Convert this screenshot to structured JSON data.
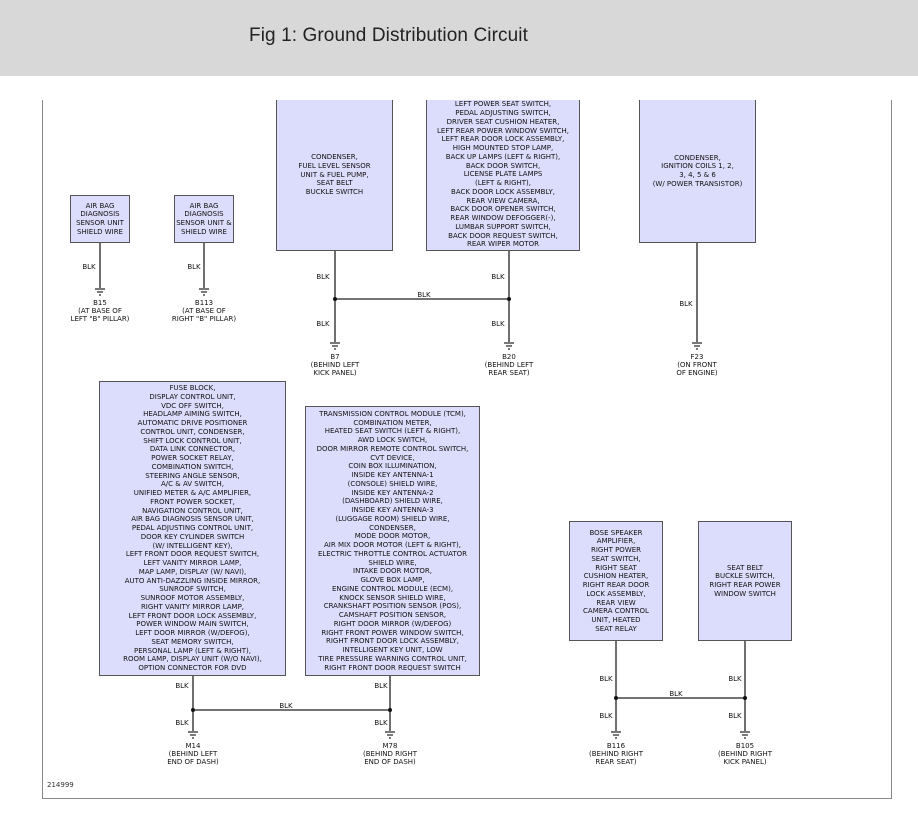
{
  "header": {
    "title": "Fig 1: Ground Distribution Circuit"
  },
  "diagram": {
    "doc_id": "214999",
    "wire_color": "BLK",
    "components": [
      {
        "id": "airbag1",
        "lines": [
          "AIR BAG",
          "DIAGNOSIS",
          "SENSOR UNIT",
          "SHIELD WIRE"
        ]
      },
      {
        "id": "airbag2",
        "lines": [
          "AIR BAG",
          "DIAGNOSIS",
          "SENSOR UNIT &",
          "SHIELD WIRE"
        ]
      },
      {
        "id": "condenser_fuel",
        "lines": [
          "CONDENSER,",
          "FUEL LEVEL SENSOR",
          "UNIT & FUEL PUMP,",
          "SEAT BELT",
          "BUCKLE SWITCH"
        ]
      },
      {
        "id": "power_seat",
        "lines": [
          "LEFT POWER SEAT SWITCH,",
          "PEDAL ADJUSTING SWITCH,",
          "DRIVER SEAT CUSHION HEATER,",
          "LEFT REAR POWER WINDOW SWITCH,",
          "LEFT REAR DOOR LOCK ASSEMBLY,",
          "HIGH MOUNTED STOP LAMP,",
          "BACK UP LAMPS (LEFT & RIGHT),",
          "BACK DOOR SWITCH,",
          "LICENSE PLATE LAMPS",
          "(LEFT & RIGHT),",
          "BACK DOOR LOCK ASSEMBLY,",
          "REAR VIEW CAMERA,",
          "BACK DOOR OPENER SWITCH,",
          "REAR WINDOW DEFOGGER(-),",
          "LUMBAR SUPPORT SWITCH,",
          "BACK DOOR REQUEST SWITCH,",
          "REAR WIPER MOTOR"
        ]
      },
      {
        "id": "ignition",
        "lines": [
          "CONDENSER,",
          "IGNITION COILS 1, 2,",
          "3, 4, 5 & 6",
          "(W/ POWER TRANSISTOR)"
        ]
      },
      {
        "id": "fuse_block",
        "lines": [
          "FUSE BLOCK,",
          "DISPLAY CONTROL UNIT,",
          "VDC OFF SWITCH,",
          "HEADLAMP AIMING SWITCH,",
          "AUTOMATIC DRIVE POSITIONER",
          "CONTROL UNIT, CONDENSER,",
          "SHIFT LOCK CONTROL UNIT,",
          "DATA LINK CONNECTOR,",
          "POWER SOCKET RELAY,",
          "COMBINATION SWITCH,",
          "STEERING ANGLE SENSOR,",
          "A/C & AV SWITCH,",
          "UNIFIED METER & A/C AMPLIFIER,",
          "FRONT POWER SOCKET,",
          "NAVIGATION CONTROL UNIT,",
          "AIR BAG DIAGNOSIS SENSOR UNIT,",
          "PEDAL ADJUSTING CONTROL UNIT,",
          "DOOR KEY CYLINDER SWITCH",
          "(W/ INTELLIGENT KEY),",
          "LEFT FRONT DOOR REQUEST SWITCH,",
          "LEFT VANITY MIRROR LAMP,",
          "MAP LAMP, DISPLAY (W/ NAVI),",
          "AUTO ANTI-DAZZLING INSIDE MIRROR,",
          "SUNROOF SWITCH,",
          "SUNROOF MOTOR ASSEMBLY,",
          "RIGHT VANITY MIRROR LAMP,",
          "LEFT FRONT DOOR LOCK ASSEMBLY,",
          "POWER WINDOW MAIN SWITCH,",
          "LEFT DOOR MIRROR (W/DEFOG),",
          "SEAT MEMORY SWITCH,",
          "PERSONAL LAMP (LEFT & RIGHT),",
          "ROOM LAMP, DISPLAY UNIT (W/O NAVI),",
          "OPTION CONNECTOR FOR DVD"
        ]
      },
      {
        "id": "tcm",
        "lines": [
          "TRANSMISSION CONTROL MODULE (TCM),",
          "COMBINATION METER,",
          "HEATED SEAT SWITCH (LEFT & RIGHT),",
          "AWD LOCK SWITCH,",
          "DOOR MIRROR REMOTE CONTROL SWITCH,",
          "CVT DEVICE,",
          "COIN BOX ILLUMINATION,",
          "INSIDE KEY ANTENNA-1",
          "(CONSOLE) SHIELD WIRE,",
          "INSIDE KEY ANTENNA-2",
          "(DASHBOARD) SHIELD WIRE,",
          "INSIDE KEY ANTENNA-3",
          "(LUGGAGE ROOM) SHIELD WIRE,",
          "CONDENSER,",
          "MODE DOOR MOTOR,",
          "AIR MIX DOOR MOTOR (LEFT & RIGHT),",
          "ELECTRIC THROTTLE CONTROL ACTUATOR",
          "SHIELD WIRE,",
          "INTAKE DOOR MOTOR,",
          "GLOVE BOX LAMP,",
          "ENGINE CONTROL MODULE (ECM),",
          "KNOCK SENSOR SHIELD WIRE,",
          "CRANKSHAFT POSITION SENSOR (POS),",
          "CAMSHAFT POSITION SENSOR,",
          "RIGHT DOOR MIRROR (W/DEFOG)",
          "RIGHT FRONT POWER WINDOW SWITCH,",
          "RIGHT FRONT DOOR LOCK ASSEMBLY,",
          "INTELLIGENT KEY UNIT, LOW",
          "TIRE PRESSURE WARNING CONTROL UNIT,",
          "RIGHT FRONT DOOR REQUEST SWITCH"
        ]
      },
      {
        "id": "bose",
        "lines": [
          "BOSE SPEAKER",
          "AMPLIFIER,",
          "RIGHT POWER",
          "SEAT SWITCH,",
          "RIGHT SEAT",
          "CUSHION HEATER,",
          "RIGHT REAR DOOR",
          "LOCK ASSEMBLY,",
          "REAR VIEW",
          "CAMERA CONTROL",
          "UNIT, HEATED",
          "SEAT RELAY"
        ]
      },
      {
        "id": "seatbelt_right",
        "lines": [
          "SEAT BELT",
          "BUCKLE SWITCH,",
          "RIGHT REAR POWER",
          "WINDOW SWITCH"
        ]
      }
    ],
    "grounds": [
      {
        "id": "B15",
        "lines": [
          "B15",
          "(AT BASE OF",
          "LEFT \"B\" PILLAR)"
        ]
      },
      {
        "id": "B113",
        "lines": [
          "B113",
          "(AT BASE OF",
          "RIGHT \"B\" PILLAR)"
        ]
      },
      {
        "id": "B7",
        "lines": [
          "B7",
          "(BEHIND LEFT",
          "KICK PANEL)"
        ]
      },
      {
        "id": "B20",
        "lines": [
          "B20",
          "(BEHIND LEFT",
          "REAR SEAT)"
        ]
      },
      {
        "id": "F23",
        "lines": [
          "F23",
          "(ON FRONT",
          "OF ENGINE)"
        ]
      },
      {
        "id": "M14",
        "lines": [
          "M14",
          "(BEHIND LEFT",
          "END OF DASH)"
        ]
      },
      {
        "id": "M78",
        "lines": [
          "M78",
          "(BEHIND RIGHT",
          "END OF DASH)"
        ]
      },
      {
        "id": "B116",
        "lines": [
          "B116",
          "(BEHIND RIGHT",
          "REAR SEAT)"
        ]
      },
      {
        "id": "B105",
        "lines": [
          "B105",
          "(BEHIND RIGHT",
          "KICK PANEL)"
        ]
      }
    ]
  }
}
